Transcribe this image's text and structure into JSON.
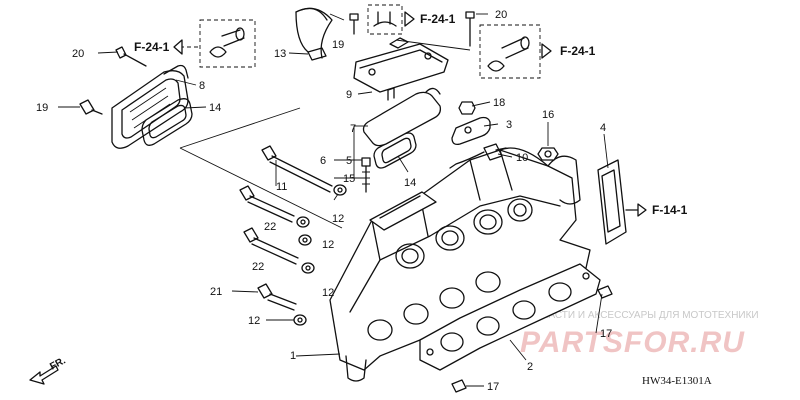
{
  "callouts": {
    "c1": "1",
    "c2": "2",
    "c3": "3",
    "c4": "4",
    "c5": "5",
    "c6": "6",
    "c7": "7",
    "c8": "8",
    "c9": "9",
    "c10": "10",
    "c11": "11",
    "c12a": "12",
    "c12b": "12",
    "c12c": "12",
    "c12d": "12",
    "c13": "13",
    "c14a": "14",
    "c14b": "14",
    "c15": "15",
    "c16": "16",
    "c17a": "17",
    "c17b": "17",
    "c18": "18",
    "c19a": "19",
    "c19b": "19",
    "c20a": "20",
    "c20b": "20",
    "c21": "21",
    "c22a": "22",
    "c22b": "22"
  },
  "refs": {
    "f241_left": "F-24-1",
    "f241_top": "F-24-1",
    "f241_right": "F-24-1",
    "f141": "F-14-1"
  },
  "front_label": "FR.",
  "diagram_code": "HW34-E1301A",
  "watermark": {
    "line1": "ЗАПЧАСТИ И АКСЕССУАРЫ ДЛЯ МОТОТЕХНИКИ",
    "line2": "PARTSFOR.RU"
  }
}
